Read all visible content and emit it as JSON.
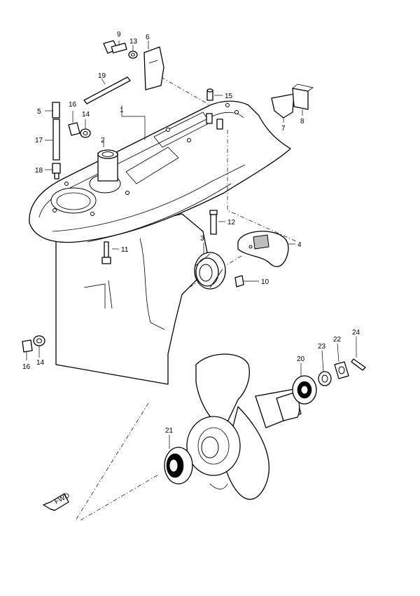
{
  "diagram": {
    "callouts": {
      "p1": "1",
      "p2": "2",
      "p3": "3",
      "p4": "4",
      "p5": "5",
      "p6": "6",
      "p7": "7",
      "p8": "8",
      "p9": "9",
      "p10": "10",
      "p11": "11",
      "p12": "12",
      "p13": "13",
      "p14a": "14",
      "p14b": "14",
      "p15": "15",
      "p16a": "16",
      "p16b": "16",
      "p17": "17",
      "p18": "18",
      "p19": "19",
      "p20": "20",
      "p21": "21",
      "p22": "22",
      "p23": "23",
      "p24": "24"
    },
    "fwd_label": "FWD"
  }
}
